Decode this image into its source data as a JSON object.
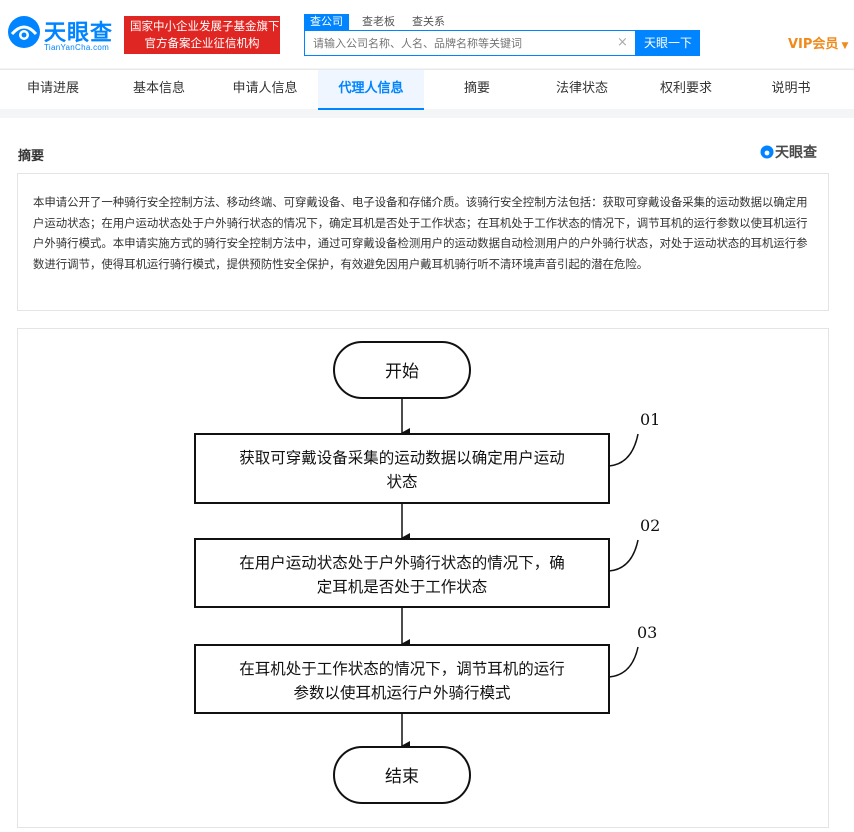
{
  "header": {
    "logo_text": "天眼查",
    "logo_sub": "TianYanCha.com",
    "badge_line1": "国家中小企业发展子基金旗下",
    "badge_line2": "官方备案企业征信机构",
    "search_tabs": [
      "查公司",
      "查老板",
      "查关系"
    ],
    "search_placeholder": "请输入公司名称、人名、品牌名称等关键词",
    "search_button": "天眼一下",
    "vip_label": "VIP会员",
    "brand_color": "#0084ff",
    "badge_color": "#e02622",
    "vip_color": "#f08a1c"
  },
  "nav": {
    "tabs": [
      "申请进展",
      "基本信息",
      "申请人信息",
      "代理人信息",
      "摘要",
      "法律状态",
      "权利要求",
      "说明书"
    ],
    "active_index": 3
  },
  "section": {
    "title": "摘要",
    "watermark": "天眼查"
  },
  "abstract": {
    "text": "本申请公开了一种骑行安全控制方法、移动终端、可穿戴设备、电子设备和存储介质。该骑行安全控制方法包括：获取可穿戴设备采集的运动数据以确定用户运动状态；在用户运动状态处于户外骑行状态的情况下，确定耳机是否处于工作状态；在耳机处于工作状态的情况下，调节耳机的运行参数以使耳机运行户外骑行模式。本申请实施方式的骑行安全控制方法中，通过可穿戴设备检测用户的运动数据自动检测用户的户外骑行状态，对处于运动状态的耳机运行参数进行调节，使得耳机运行骑行模式，提供预防性安全保护，有效避免因用户戴耳机骑行听不清环境声音引起的潜在危险。"
  },
  "flowchart": {
    "start": "开始",
    "end": "结束",
    "steps": [
      {
        "label": "01",
        "line1": "获取可穿戴设备采集的运动数据以确定用户运动",
        "line2": "状态"
      },
      {
        "label": "02",
        "line1": "在用户运动状态处于户外骑行状态的情况下，确",
        "line2": "定耳机是否处于工作状态"
      },
      {
        "label": "03",
        "line1": "在耳机处于工作状态的情况下，调节耳机的运行",
        "line2": "参数以使耳机运行户外骑行模式"
      }
    ]
  }
}
